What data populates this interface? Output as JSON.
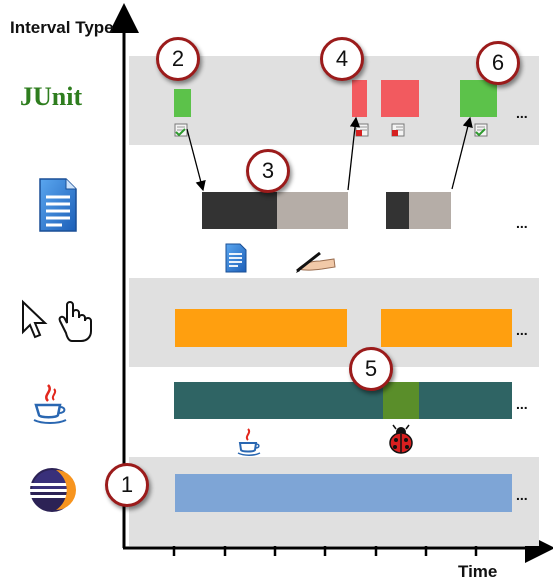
{
  "y_axis_label": "Interval Type",
  "x_axis_label": "Time",
  "junit_logo": "JUnit",
  "ellipsis": "...",
  "callouts": [
    "1",
    "2",
    "3",
    "4",
    "5",
    "6"
  ],
  "icons": {
    "junit": "junit-logo",
    "document": "document-icon",
    "mouse_hand": "cursor-and-hand-icon",
    "java": "java-cup-icon",
    "eclipse": "eclipse-icon",
    "pen": "writing-hand-icon",
    "bug": "ladybug-icon",
    "test_pass": "test-pass-icon",
    "test_fail": "test-fail-icon"
  },
  "colors": {
    "band": "#e0e0e0",
    "test_pass": "#5cc24a",
    "test_fail": "#f25a5f",
    "read": "#333333",
    "edit": "#b5ada7",
    "input": "#ff9f0f",
    "run": "#2f6464",
    "debug": "#5a8e2a",
    "session": "#7ea5d6",
    "callout_border": "#9b1b1b"
  }
}
